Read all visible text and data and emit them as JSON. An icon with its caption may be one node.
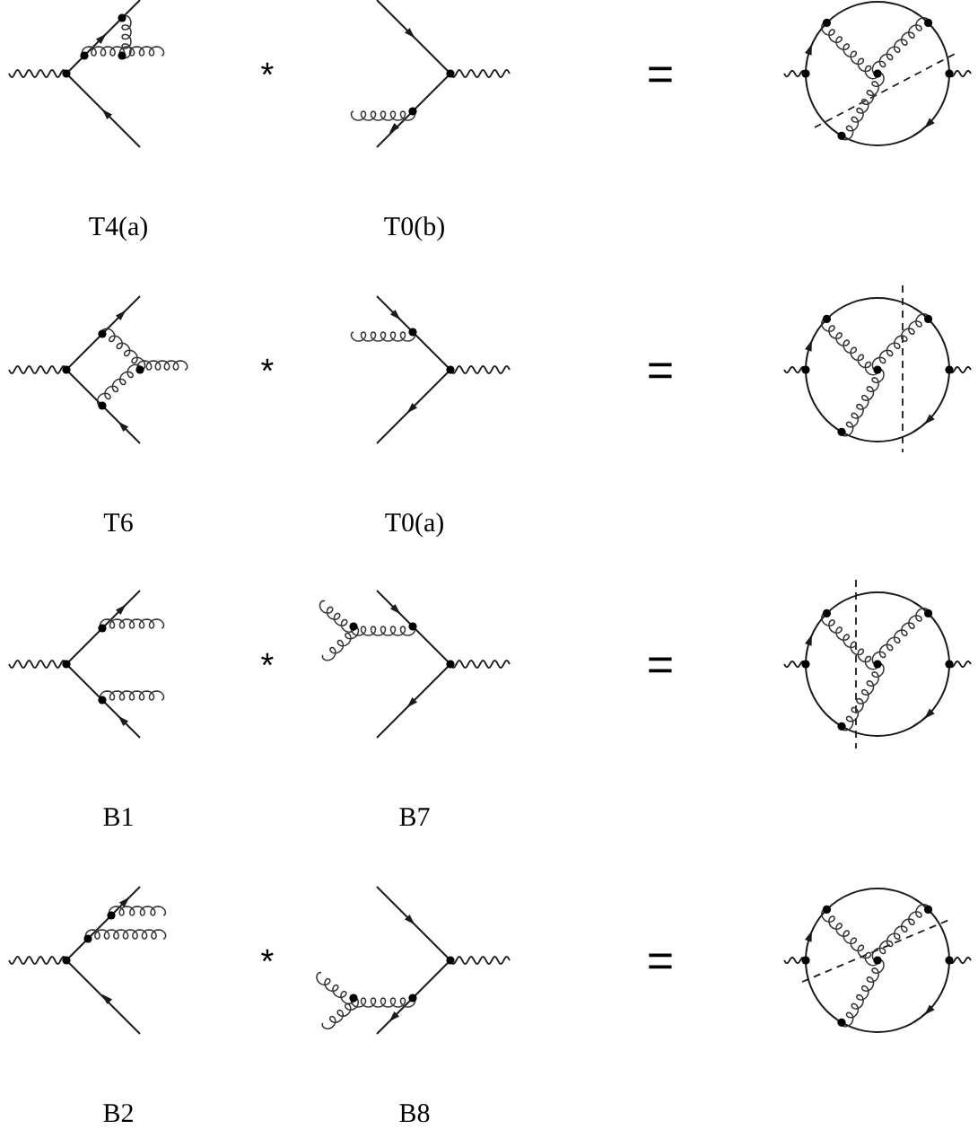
{
  "diagram": {
    "nodes": [
      {
        "text": [],
        "shape": "picture",
        "beside": [
          "T4(a)"
        ]
      },
      {
        "text": [],
        "shape": "picture",
        "beside": [
          "T0(b)"
        ]
      },
      {
        "text": [],
        "shape": "picture"
      },
      {
        "text": [],
        "shape": "picture",
        "beside": [
          "T6"
        ]
      },
      {
        "text": [],
        "shape": "picture",
        "beside": [
          "T0(a)"
        ]
      },
      {
        "text": [],
        "shape": "picture"
      },
      {
        "text": [],
        "shape": "picture",
        "beside": [
          "B1"
        ]
      },
      {
        "text": [],
        "shape": "picture",
        "beside": [
          "B7"
        ]
      },
      {
        "text": [],
        "shape": "picture"
      },
      {
        "text": [],
        "shape": "picture",
        "beside": [
          "B2"
        ]
      },
      {
        "text": [],
        "shape": "picture",
        "beside": [
          "B8"
        ]
      },
      {
        "text": [],
        "shape": "picture"
      }
    ],
    "labels": [
      "*",
      "=",
      "*",
      "=",
      "*",
      "=",
      "*",
      "="
    ]
  }
}
